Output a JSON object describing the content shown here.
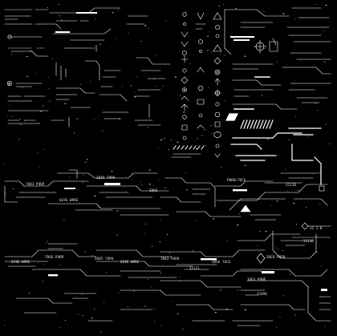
{
  "colors": {
    "background": "#000000",
    "foreground": "#ffffff",
    "dim": "#bdbdbd"
  },
  "labels": {
    "l1": "7083 PODR",
    "l2": "3685 79PH",
    "l3": "6E9E WRRE",
    "l4": "3DKE",
    "l5": "P0BE 7DCE",
    "l6": "3111B",
    "l7": "31 1 B",
    "l8": "7D6D PODR",
    "l9": "3685 79PH",
    "l10": "6E9E WRRE",
    "l11": "7063 PODR",
    "l12": "3DSE 7DCE",
    "l13": "6E9E WRRE",
    "l14": "31131",
    "l15": "3111B",
    "l16": "3DEO PODR",
    "l17": "31896",
    "l18": "3D63 PONE"
  },
  "icons": [
    "triangle-warning-icon",
    "diamond-icon",
    "circle-target-icon",
    "arrow-up-icon",
    "ring-icon",
    "crosshair-icon",
    "chevron-icon",
    "dot-icon",
    "square-icon",
    "hexagon-icon"
  ]
}
